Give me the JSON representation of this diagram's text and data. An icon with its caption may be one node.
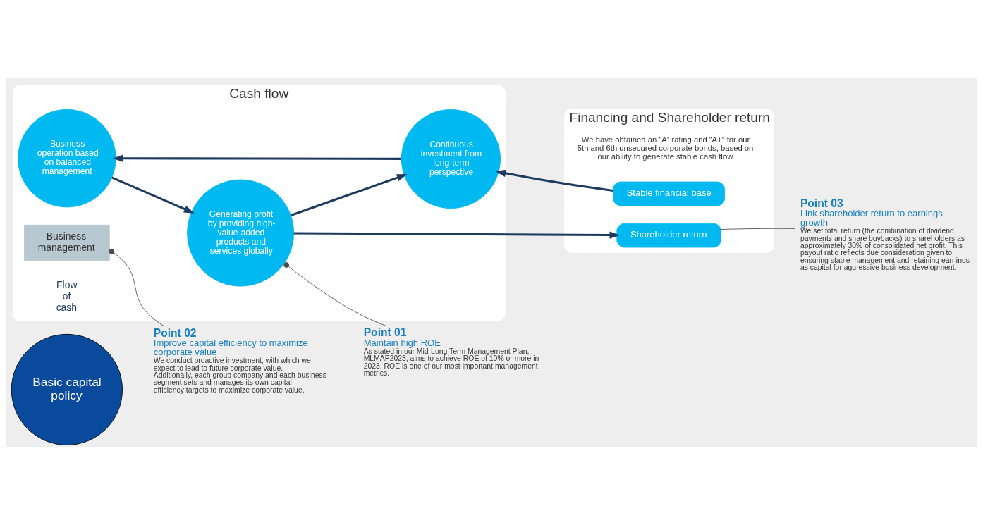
{
  "diagram": {
    "nodes": [
      {
        "text": [
          "Basic capital policy"
        ]
      },
      {
        "text": [
          "Cash flow"
        ]
      },
      {
        "text": [
          "Business management"
        ],
        "in": 1
      },
      {
        "text": [
          "Business operation based on balanced management"
        ],
        "in": 1
      },
      {
        "text": [
          "Flow of cash"
        ],
        "in": 1
      },
      {
        "text": [
          "Continuous investment from long-term perspective"
        ],
        "in": 1
      },
      {
        "text": [
          "Generating profit by providing high-value-added products and services globally"
        ],
        "in": 1
      },
      {
        "text": [
          "Financing and Shareholder return"
        ]
      },
      {
        "text": [
          "Stable financial base"
        ],
        "in": 7,
        "beside": [
          "We have obtained an “A” rating and “A+” for our 5th and 6th unsecured corporate bonds, based on our ability to generate stable cash flow."
        ]
      },
      {
        "text": [
          "Shareholder return"
        ],
        "in": 7
      },
      {
        "text": [
          "Point 02",
          "Improve capital efficiency to maximize corporate value",
          "We conduct proactive investment, with which we expect to lead to future corporate value. Additionally, each group company and each business segment sets and manages its own capital efficiency targets to maximize corporate value."
        ]
      },
      {
        "text": [
          "Point 01",
          "Maintain high ROE",
          "As stated in our Mid-Long Term Management Plan, MLMAP2023, aims to achieve ROE of 10% or more in 2023. ROE is one of our most important management metrics."
        ]
      },
      {
        "text": [
          "Point 03",
          "Link shareholder return to earnings growth",
          "We set total return (the combination of dividend payments and share buybacks) to shareholders as approximately 30% of consolidated net profit. This payout ratio reflects due consideration given to ensuring stable management and retaining earnings as capital for aggressive business development."
        ]
      }
    ],
    "edges": [
      {
        "from": 5,
        "to": 3,
        "arrow": "to"
      },
      {
        "from": 3,
        "to": 6,
        "arrow": "to"
      },
      {
        "from": 6,
        "to": 5,
        "arrow": "to"
      },
      {
        "from": 8,
        "to": 5,
        "arrow": "to"
      },
      {
        "from": 6,
        "to": 9,
        "arrow": "to"
      },
      {
        "from": 10,
        "to": 2,
        "arrow": "other",
        "color": "#4d4d4d"
      },
      {
        "from": 11,
        "to": 6,
        "arrow": "other",
        "color": "#4d4d4d"
      },
      {
        "from": 12,
        "to": 9,
        "arrow": "none",
        "color": "#4d4d4d"
      }
    ]
  }
}
